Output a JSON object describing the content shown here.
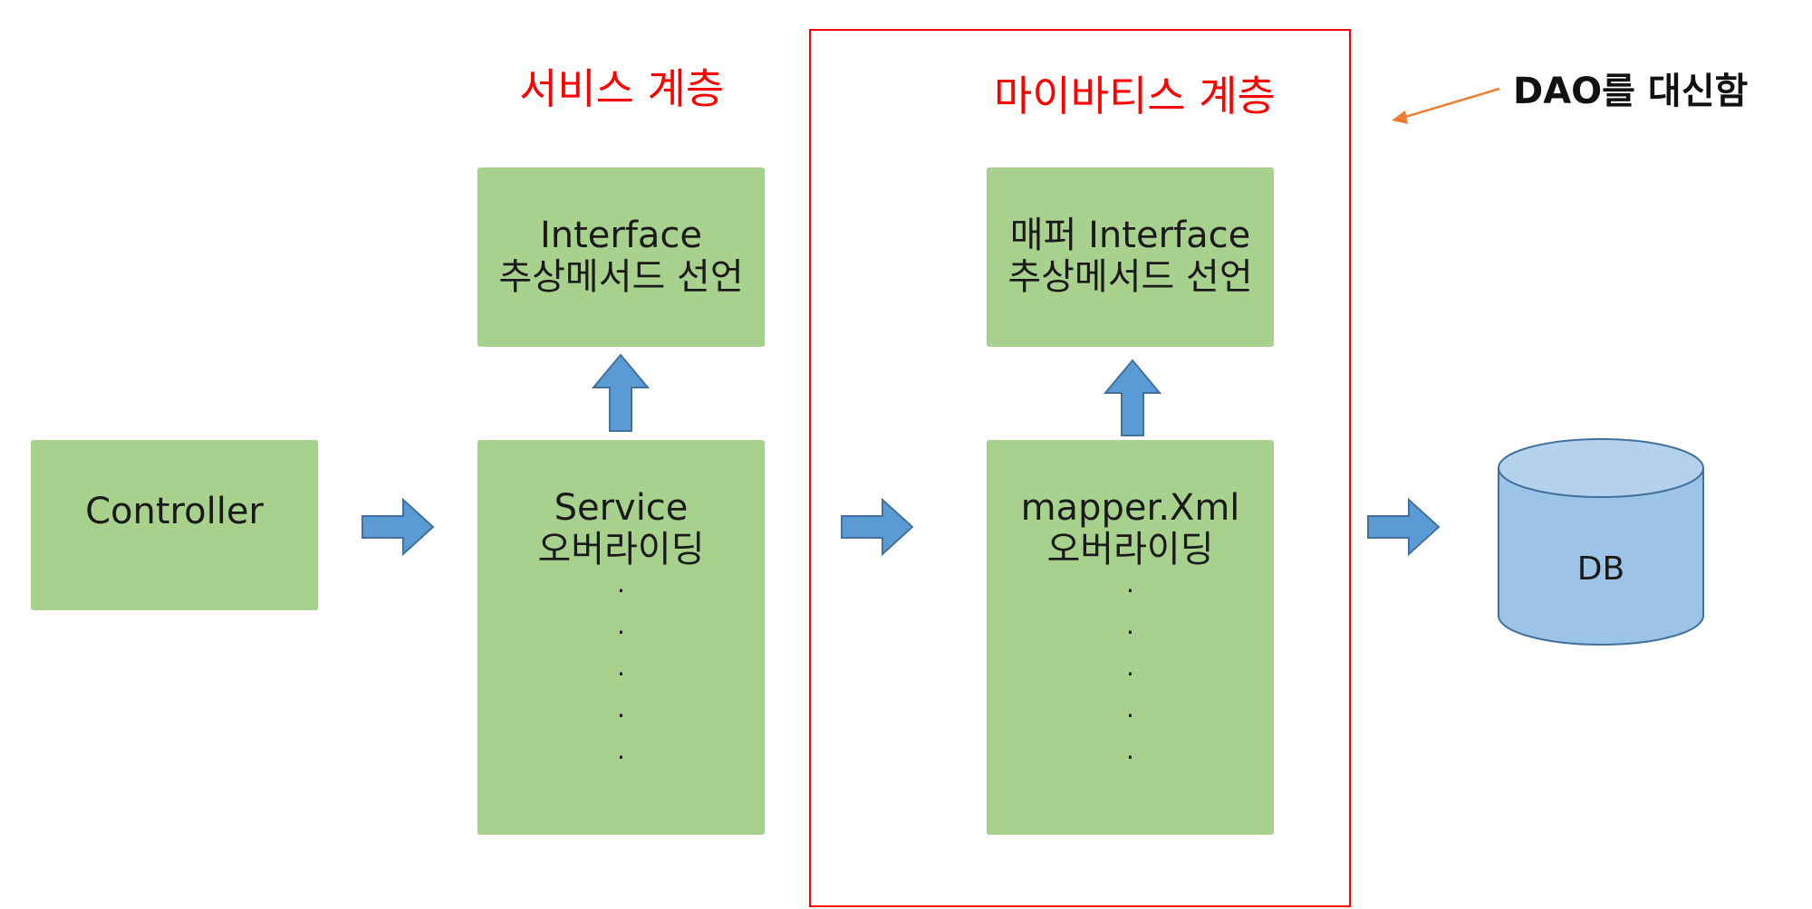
{
  "labels": {
    "service_layer": "서비스 계층",
    "mybatis_layer": "마이바티스 계층",
    "dao_note": "DAO를 대신함"
  },
  "boxes": {
    "controller": {
      "line1": "Controller"
    },
    "service_interface": {
      "line1": "Interface",
      "line2": "추상메서드 선언"
    },
    "service_impl": {
      "line1": "Service",
      "line2": "오버라이딩",
      "dots": [
        "·",
        "·",
        "·",
        "·",
        "·"
      ]
    },
    "mapper_interface": {
      "line1": "매퍼 Interface",
      "line2": "추상메서드 선언"
    },
    "mapper_xml": {
      "line1": "mapper.Xml",
      "line2": "오버라이딩",
      "dots": [
        "·",
        "·",
        "·",
        "·",
        "·"
      ]
    }
  },
  "db": {
    "label": "DB"
  },
  "colors": {
    "box_fill": "#a9d18e",
    "arrow_fill": "#5b9bd5",
    "arrow_stroke": "#41719c",
    "accent_red": "#ff0000",
    "note_arrow": "#ed7d31",
    "db_fill": "#9dc3e6"
  }
}
